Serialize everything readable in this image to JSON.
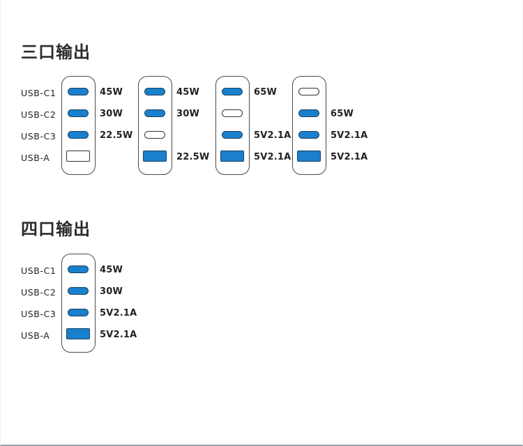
{
  "page": {
    "background_color": "#ffffff",
    "text_color": "#231f20",
    "port_active_color": "#1a80cd",
    "port_inactive_color": "#ffffff",
    "port_border_color": "#16405f",
    "device_border_color": "#4a4a4a"
  },
  "sections": [
    {
      "id": "three-port",
      "title": "三口输出",
      "row_labels": [
        "USB-C1",
        "USB-C2",
        "USB-C3",
        "USB-A"
      ],
      "devices": [
        {
          "id": "device-1",
          "ports": [
            {
              "type": "USB-C",
              "state": "active",
              "value": "45W"
            },
            {
              "type": "USB-C",
              "state": "active",
              "value": "30W"
            },
            {
              "type": "USB-C",
              "state": "active",
              "value": "22.5W"
            },
            {
              "type": "USB-A",
              "state": "inactive",
              "value": ""
            }
          ]
        },
        {
          "id": "device-2",
          "ports": [
            {
              "type": "USB-C",
              "state": "active",
              "value": "45W"
            },
            {
              "type": "USB-C",
              "state": "active",
              "value": "30W"
            },
            {
              "type": "USB-C",
              "state": "inactive",
              "value": ""
            },
            {
              "type": "USB-A",
              "state": "active",
              "value": "22.5W"
            }
          ]
        },
        {
          "id": "device-3",
          "ports": [
            {
              "type": "USB-C",
              "state": "active",
              "value": "65W"
            },
            {
              "type": "USB-C",
              "state": "inactive",
              "value": ""
            },
            {
              "type": "USB-C",
              "state": "active",
              "value": "5V2.1A"
            },
            {
              "type": "USB-A",
              "state": "active",
              "value": "5V2.1A"
            }
          ]
        },
        {
          "id": "device-4",
          "ports": [
            {
              "type": "USB-C",
              "state": "inactive",
              "value": ""
            },
            {
              "type": "USB-C",
              "state": "active",
              "value": "65W"
            },
            {
              "type": "USB-C",
              "state": "active",
              "value": "5V2.1A"
            },
            {
              "type": "USB-A",
              "state": "active",
              "value": "5V2.1A"
            }
          ]
        }
      ]
    },
    {
      "id": "four-port",
      "title": "四口输出",
      "row_labels": [
        "USB-C1",
        "USB-C2",
        "USB-C3",
        "USB-A"
      ],
      "devices": [
        {
          "id": "device-5",
          "ports": [
            {
              "type": "USB-C",
              "state": "active",
              "value": "45W"
            },
            {
              "type": "USB-C",
              "state": "active",
              "value": "30W"
            },
            {
              "type": "USB-C",
              "state": "active",
              "value": "5V2.1A"
            },
            {
              "type": "USB-A",
              "state": "active",
              "value": "5V2.1A"
            }
          ]
        }
      ]
    }
  ]
}
